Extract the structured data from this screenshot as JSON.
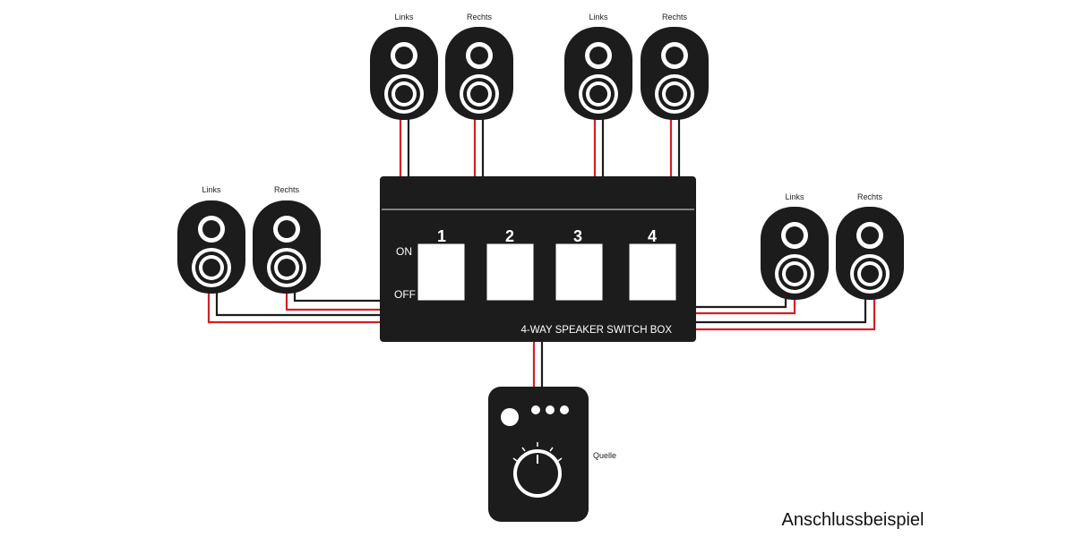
{
  "speaker_groups": [
    {
      "left_label": "Links",
      "right_label": "Rechts"
    },
    {
      "left_label": "Links",
      "right_label": "Rechts"
    },
    {
      "left_label": "Links",
      "right_label": "Rechts"
    },
    {
      "left_label": "Links",
      "right_label": "Rechts"
    }
  ],
  "switch_box": {
    "title": "4-WAY SPEAKER SWITCH BOX",
    "on_label": "ON",
    "off_label": "OFF",
    "channels": [
      "1",
      "2",
      "3",
      "4"
    ]
  },
  "source": {
    "label": "Quelle"
  },
  "caption": "Anschlussbeispiel",
  "colors": {
    "device": "#1c1c1c",
    "wire_red": "#d21f26",
    "wire_black": "#1c1c1c"
  }
}
